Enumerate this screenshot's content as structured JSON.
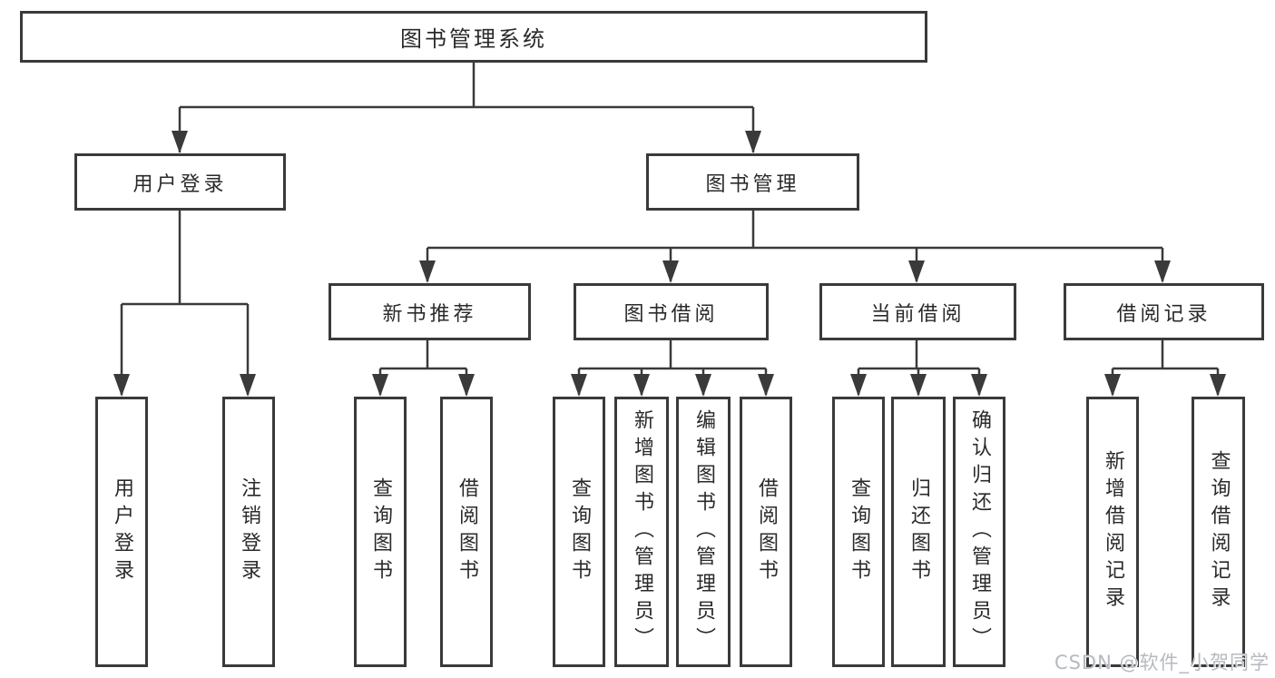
{
  "diagram_title": "图书管理系统",
  "colors": {
    "background": "#ffffff",
    "line": "#3a3a3a",
    "text": "#2a2a2a",
    "watermark": "#b6bac0"
  },
  "nodes": {
    "root": "图书管理系统",
    "level2": {
      "user_login": "用户登录",
      "book_management": "图书管理"
    },
    "level3": {
      "new_book_recommend": "新书推荐",
      "book_borrow": "图书借阅",
      "current_borrow": "当前借阅",
      "borrow_records": "借阅记录"
    },
    "leaves": {
      "user_login": [
        "用户登录",
        "注销登录"
      ],
      "new_book_recommend": [
        "查询图书",
        "借阅图书"
      ],
      "book_borrow": [
        "查询图书",
        "新增图书（管理员）",
        "编辑图书（管理员）",
        "借阅图书"
      ],
      "current_borrow": [
        "查询图书",
        "归还图书",
        "确认归还（管理员）"
      ],
      "borrow_records": [
        "新增借阅记录",
        "查询借阅记录"
      ]
    }
  },
  "watermark": "CSDN @软件_小贺同学"
}
